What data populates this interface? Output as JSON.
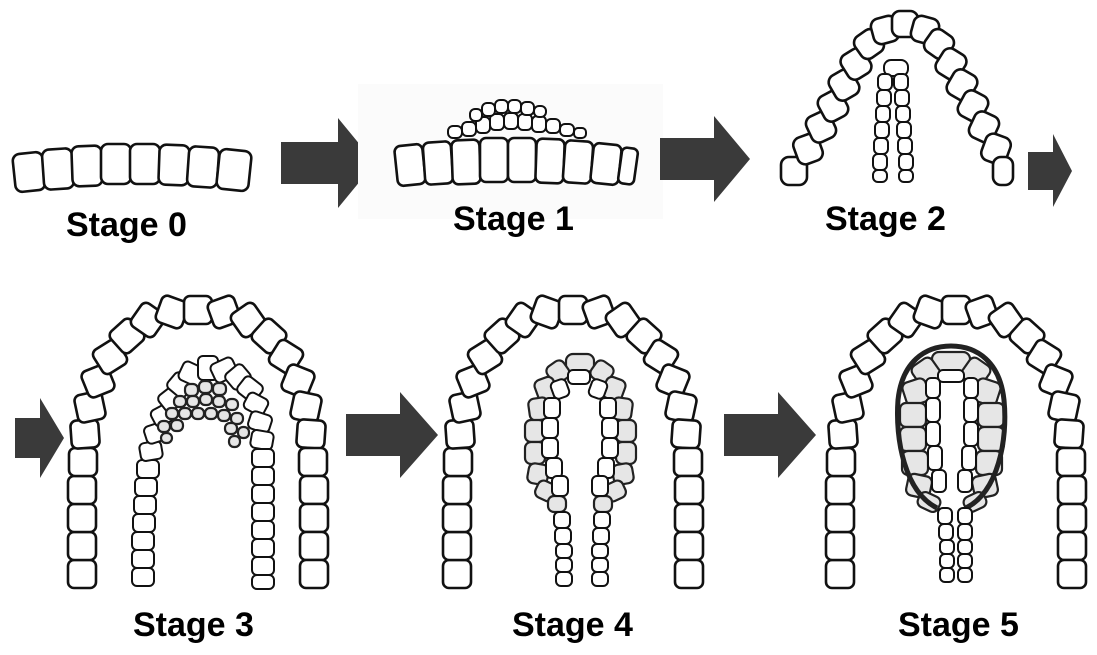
{
  "stages": [
    {
      "label": "Stage 0"
    },
    {
      "label": "Stage 1"
    },
    {
      "label": "Stage 2"
    },
    {
      "label": "Stage 3"
    },
    {
      "label": "Stage 4"
    },
    {
      "label": "Stage 5"
    }
  ],
  "colors": {
    "arrow": "#3a3a3a",
    "outline": "#111111",
    "shaded_cell": "#e6e6e6"
  }
}
